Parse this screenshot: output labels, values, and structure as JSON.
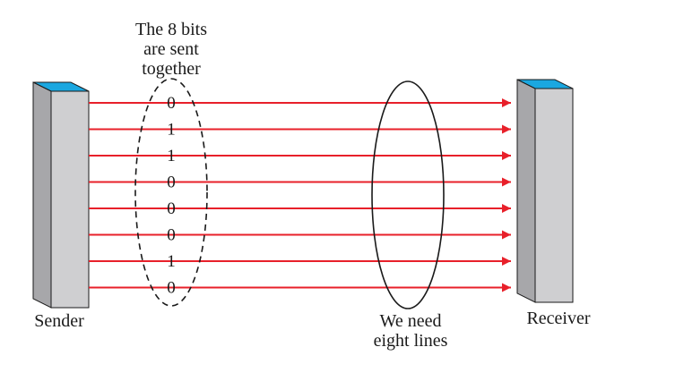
{
  "diagram": {
    "caption_top": [
      "The 8 bits",
      "are sent",
      "together"
    ],
    "bits": [
      "0",
      "1",
      "1",
      "0",
      "0",
      "0",
      "1",
      "0"
    ],
    "sender_label": "Sender",
    "receiver_label": "Receiver",
    "lines_caption": [
      "We need",
      "eight lines"
    ]
  },
  "colors": {
    "line": "#e8202a",
    "device_front": "#cfcfd1",
    "device_side": "#a7a7aa",
    "device_top": "#1aa7e0",
    "outline": "#1a1a1a"
  }
}
